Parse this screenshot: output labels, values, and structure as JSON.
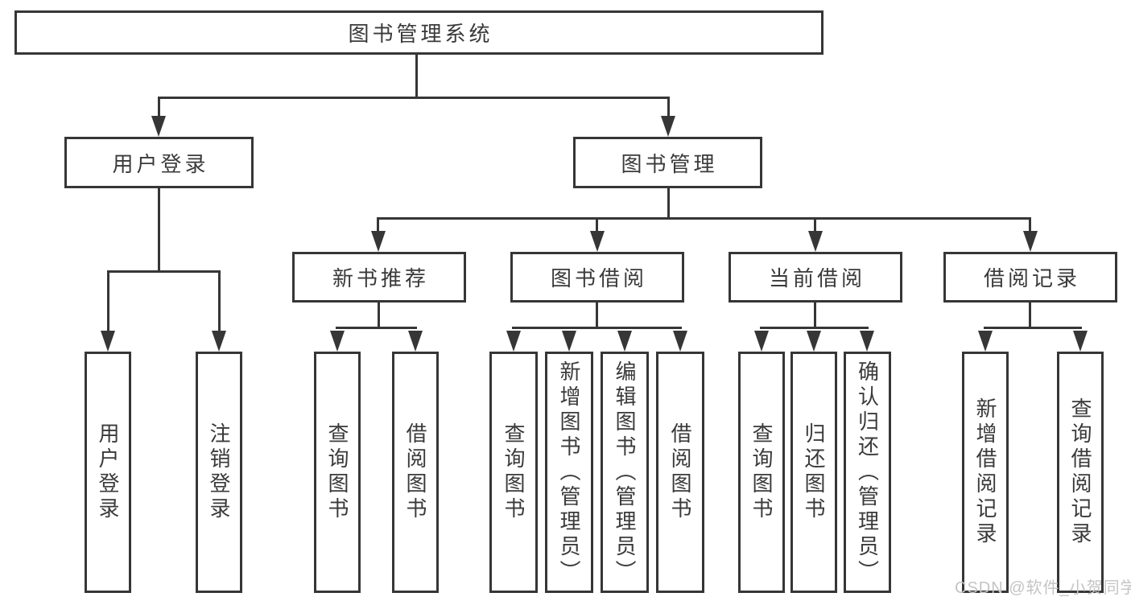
{
  "diagram": {
    "root": {
      "label": "图书管理系统"
    },
    "branches": [
      {
        "label": "用户登录",
        "leaves": [
          "用户登录",
          "注销登录"
        ]
      },
      {
        "label": "图书管理",
        "children": [
          {
            "label": "新书推荐",
            "leaves": [
              "查询图书",
              "借阅图书"
            ]
          },
          {
            "label": "图书借阅",
            "leaves": [
              "查询图书",
              "新增图书（管理员）",
              "编辑图书（管理员）",
              "借阅图书"
            ]
          },
          {
            "label": "当前借阅",
            "leaves": [
              "查询图书",
              "归还图书",
              "确认归还（管理员）"
            ]
          },
          {
            "label": "借阅记录",
            "leaves": [
              "新增借阅记录",
              "查询借阅记录"
            ]
          }
        ]
      }
    ]
  },
  "watermark": {
    "text": "CSDN @软件_小贺同学"
  },
  "colors": {
    "line": "#363636",
    "text": "#3a3a3a",
    "background": "#ffffff",
    "watermark": "#c4c4c4"
  }
}
